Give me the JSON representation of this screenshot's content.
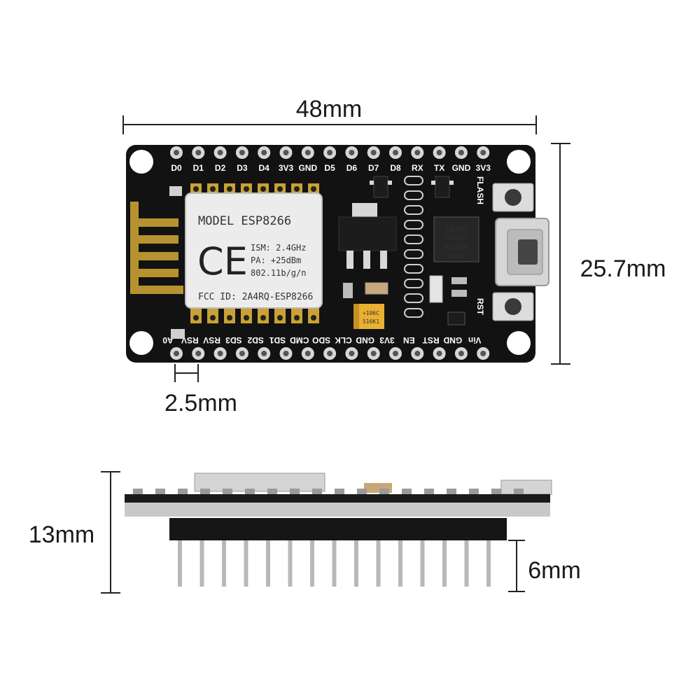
{
  "dimensions": {
    "width": "48mm",
    "height": "25.7mm",
    "pitch": "2.5mm",
    "side_height": "13mm",
    "pin_length": "6mm"
  },
  "top_pins": [
    "D0",
    "D1",
    "D2",
    "D3",
    "D4",
    "3V3",
    "GND",
    "D5",
    "D6",
    "D7",
    "D8",
    "RX",
    "TX",
    "GND",
    "3V3"
  ],
  "bottom_pins": [
    "A0",
    "RSV",
    "RSV",
    "SD3",
    "SD2",
    "SD1",
    "CMD",
    "SDO",
    "CLK",
    "GND",
    "3V3",
    "EN",
    "RST",
    "GND",
    "Vin"
  ],
  "module": {
    "model": "MODEL ESP8266",
    "ce": "CE",
    "spec1": "ISM: 2.4GHz",
    "spec2": "PA: +25dBm",
    "spec3": "802.11b/g/n",
    "fcc": "FCC ID: 2A4RQ-ESP8266"
  },
  "usb_chip": {
    "line1": "SILABS",
    "line2": "CP2102",
    "line3": "DCL00X",
    "line4": "1616+"
  },
  "capacitor": {
    "line1": "+106C",
    "line2": "516K1"
  },
  "buttons": {
    "flash": "FLASH",
    "rst": "RST"
  }
}
